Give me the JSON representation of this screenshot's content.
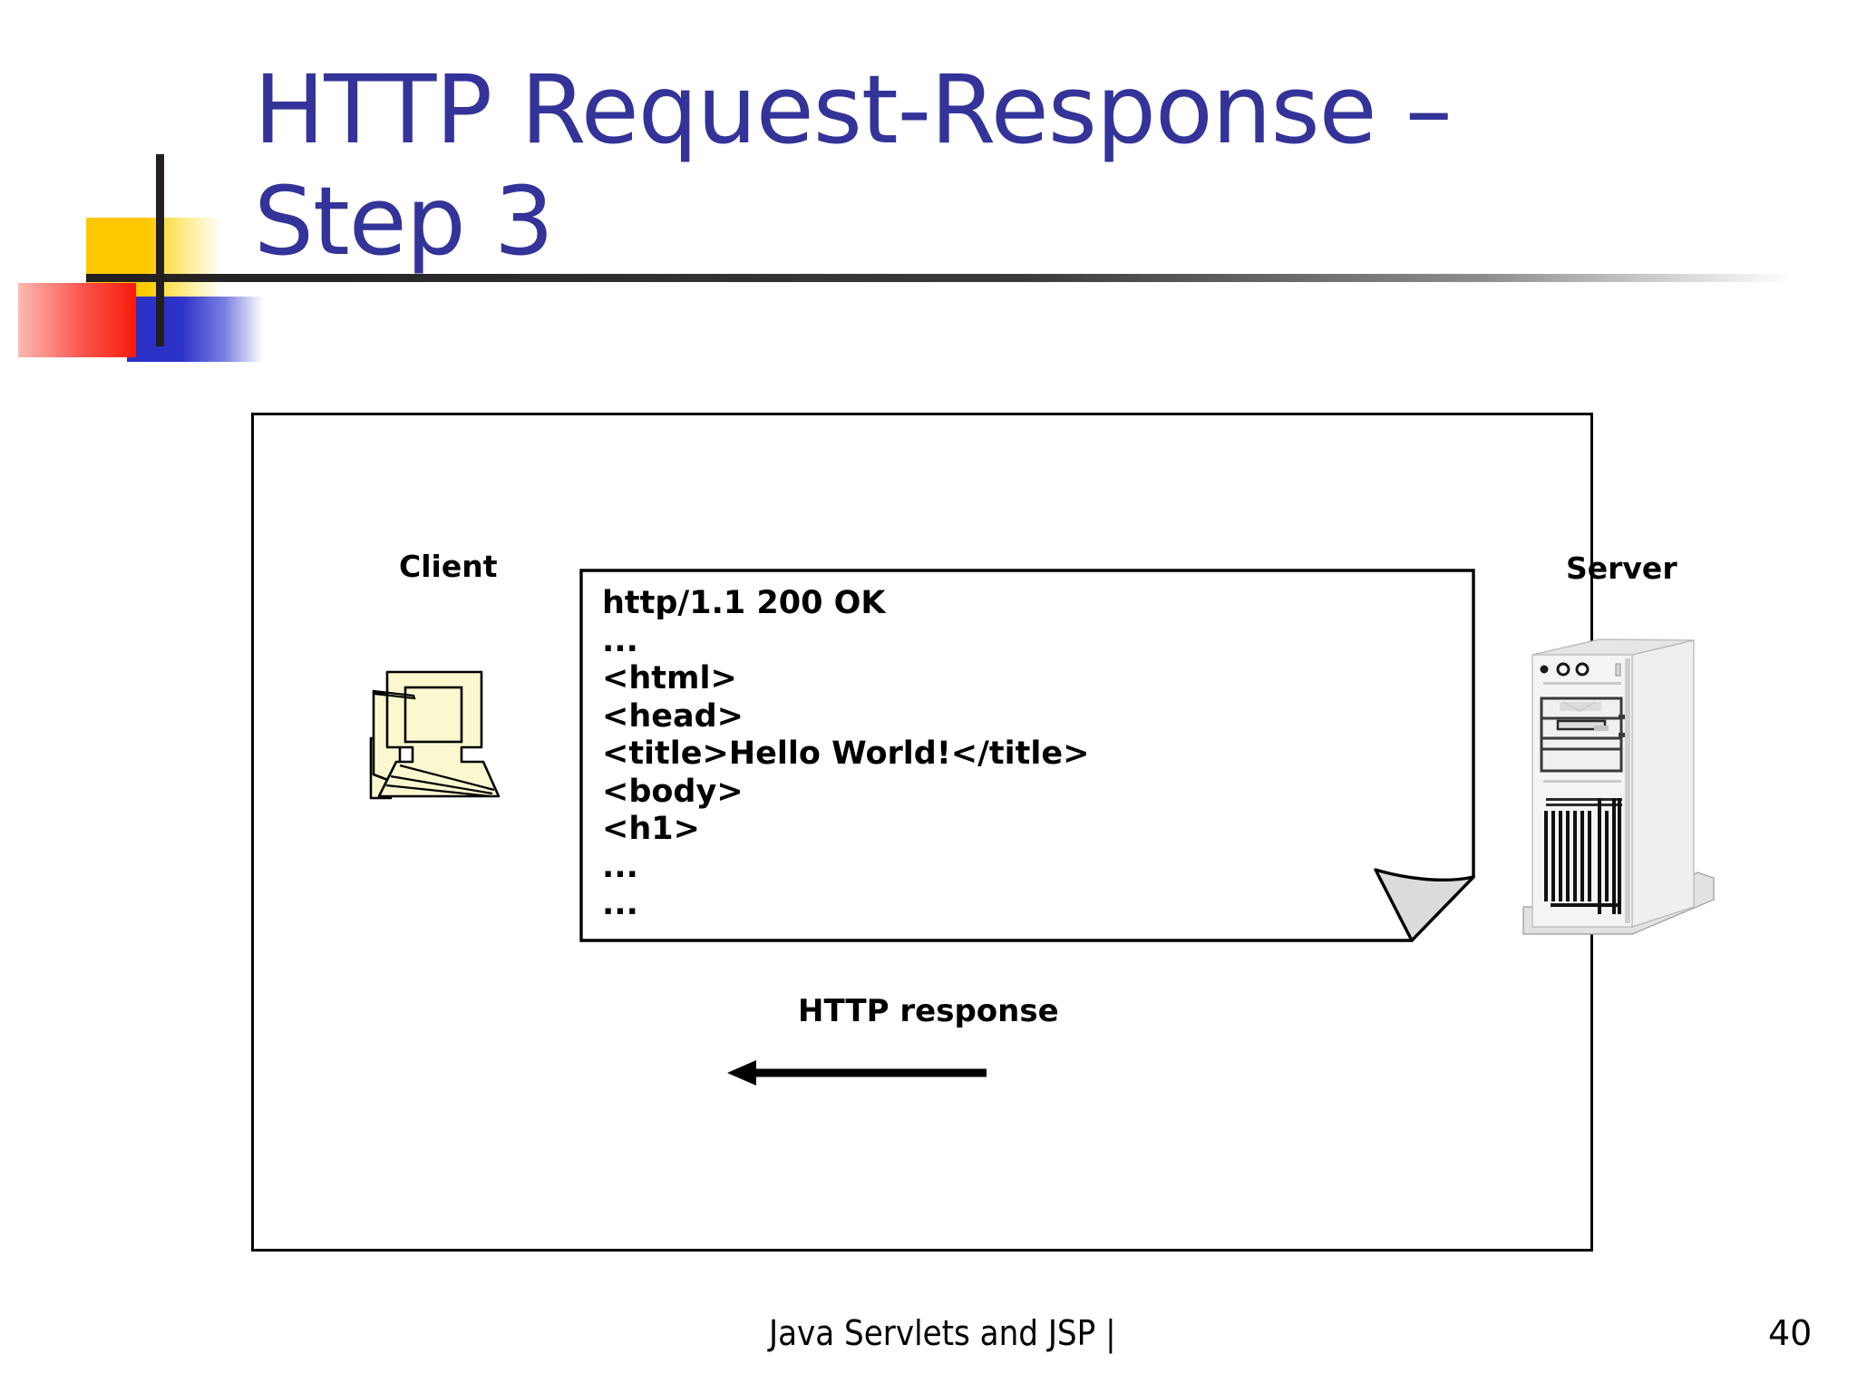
{
  "slide": {
    "title": "HTTP Request-Response –\nStep 3",
    "title_color": "#333399"
  },
  "diagram": {
    "client_label": "Client",
    "server_label": "Server",
    "arrow_label": "HTTP response",
    "arrow_direction": "left",
    "message_lines": [
      "http/1.1 200 OK",
      "...",
      "<html>",
      "<head>",
      "<title>Hello World!</title>",
      "<body>",
      "<h1>",
      "...",
      "..."
    ]
  },
  "footer": {
    "text": "Java Servlets and JSP |",
    "page_number": "40"
  },
  "logo": {
    "yellow": "#fcc800",
    "red": "#f91b0c",
    "blue": "#2c31c8",
    "bar": "#231f20"
  }
}
